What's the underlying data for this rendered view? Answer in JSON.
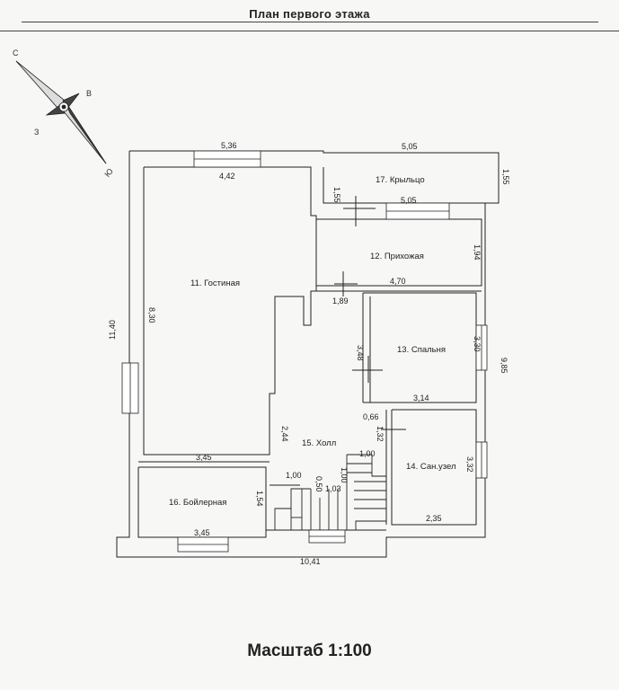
{
  "title": "План первого этажа",
  "scale": "Масштаб 1:100",
  "compass": {
    "north": "С",
    "south": "Ю",
    "east": "В",
    "west": "З"
  },
  "rooms": {
    "r11": "11. Гостиная",
    "r12": "12. Прихожая",
    "r13": "13. Спальня",
    "r14": "14. Сан.узел",
    "r15": "15. Холл",
    "r16": "16. Бойлерная",
    "r17": "17. Крыльцо"
  },
  "dims": {
    "d_top_536": "5,36",
    "d_top_505": "5,05",
    "d_442": "4,42",
    "d_155a": "1,55",
    "d_155b": "1,55",
    "d_505b": "5,05",
    "d_194": "1,94",
    "d_470": "4,70",
    "d_189": "1,89",
    "d_830": "8,30",
    "d_1140": "11,40",
    "d_348": "3,48",
    "d_330": "3,30",
    "d_985": "9,85",
    "d_314": "3,14",
    "d_066": "0,66",
    "d_132": "1,32",
    "d_244": "2,44",
    "d_345a": "3,45",
    "d_100a": "1,00",
    "d_100b": "1,00",
    "d_100c": "1,00",
    "d_050": "0,50",
    "d_103": "1,03",
    "d_154": "1,54",
    "d_332": "3,32",
    "d_235": "2,35",
    "d_345b": "3,45",
    "d_1041": "10,41"
  }
}
